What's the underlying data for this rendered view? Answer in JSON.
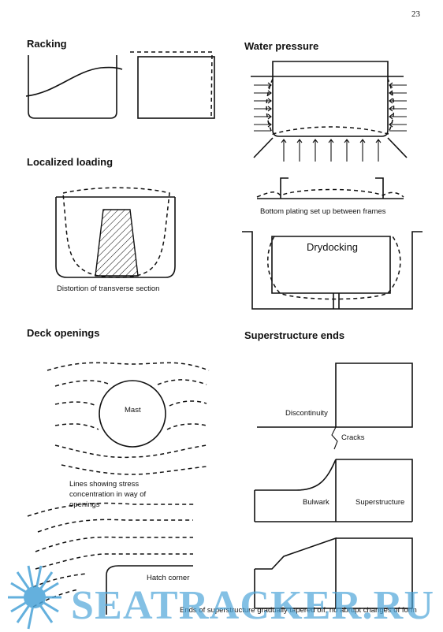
{
  "page_number": "23",
  "headings": {
    "racking": "Racking",
    "water_pressure": "Water pressure",
    "localized_loading": "Localized loading",
    "deck_openings": "Deck openings",
    "superstructure_ends": "Superstructure ends",
    "drydocking": "Drydocking"
  },
  "labels": {
    "bottom_plating": "Bottom plating set up between frames",
    "distortion": "Distortion of transverse section",
    "mast": "Mast",
    "stress_lines_1": "Lines showing stress",
    "stress_lines_2": "concentration in way of",
    "stress_lines_3": "openings",
    "hatch_corner": "Hatch corner",
    "discontinuity": "Discontinuity",
    "cracks": "Cracks",
    "bulwark": "Bulwark",
    "superstructure": "Superstructure",
    "tapered_caption": "Ends of superstructure gradually tapered off, no abrupt changes of form"
  },
  "watermark": "SEATRACKER.RU",
  "colors": {
    "ink": "#111111",
    "watermark": "#4aa3d8"
  }
}
